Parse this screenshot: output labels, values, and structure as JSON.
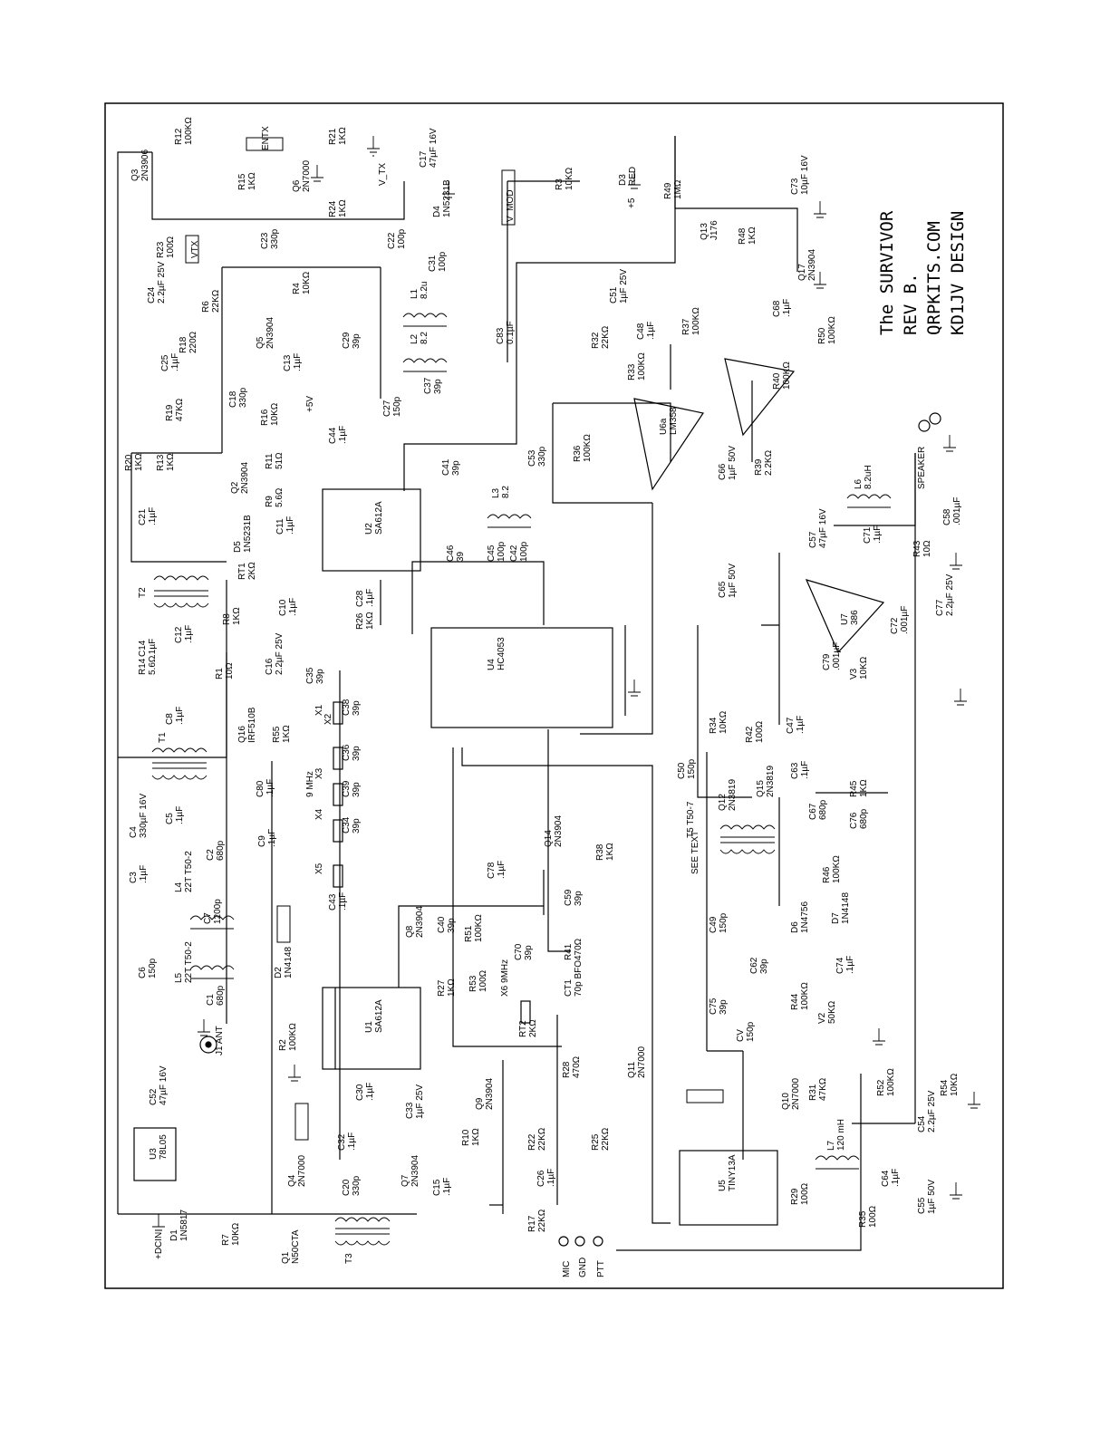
{
  "title": {
    "line1": "The SURVIVOR",
    "line2": "REV B.",
    "line3": "QRPKITS.COM",
    "line4": "KD1JV DESIGN"
  },
  "ics": [
    {
      "ref": "U1",
      "part": "SA612A"
    },
    {
      "ref": "U2",
      "part": "SA612A"
    },
    {
      "ref": "U3",
      "part": "78L05"
    },
    {
      "ref": "U4",
      "part": "HC4053"
    },
    {
      "ref": "U5",
      "part": "TINY13A"
    },
    {
      "ref": "U6a",
      "part": "LM358"
    },
    {
      "ref": "U7",
      "part": "386"
    }
  ],
  "transistors": [
    {
      "ref": "Q1",
      "part": "N50CTA"
    },
    {
      "ref": "Q2",
      "part": "2N3904"
    },
    {
      "ref": "Q3",
      "part": "2N3906"
    },
    {
      "ref": "Q4",
      "part": "2N7000"
    },
    {
      "ref": "Q5",
      "part": "2N3904"
    },
    {
      "ref": "Q6",
      "part": "2N7000"
    },
    {
      "ref": "Q7",
      "part": "2N3904"
    },
    {
      "ref": "Q8",
      "part": "2N3904"
    },
    {
      "ref": "Q9",
      "part": "2N3904"
    },
    {
      "ref": "Q10",
      "part": "2N7000"
    },
    {
      "ref": "Q11",
      "part": "2N7000"
    },
    {
      "ref": "Q12",
      "part": "2N3819"
    },
    {
      "ref": "Q13",
      "part": "J176"
    },
    {
      "ref": "Q14",
      "part": "2N3904"
    },
    {
      "ref": "Q15",
      "part": "2N3819"
    },
    {
      "ref": "Q16",
      "part": "IRF510B"
    },
    {
      "ref": "Q17",
      "part": "2N3904"
    }
  ],
  "diodes": [
    {
      "ref": "D1",
      "part": "1N5817"
    },
    {
      "ref": "D2",
      "part": "1N4148"
    },
    {
      "ref": "D3",
      "part": "RED"
    },
    {
      "ref": "D4",
      "part": "1N5231B"
    },
    {
      "ref": "D5",
      "part": "1N5231B"
    },
    {
      "ref": "D6",
      "part": "1N4756"
    },
    {
      "ref": "D7",
      "part": "1N4148"
    }
  ],
  "resistors": [
    {
      "ref": "R1",
      "value": "10Ω"
    },
    {
      "ref": "R2",
      "value": "100KΩ"
    },
    {
      "ref": "R3",
      "value": "10KΩ"
    },
    {
      "ref": "R4",
      "value": "10KΩ"
    },
    {
      "ref": "R6",
      "value": "22KΩ"
    },
    {
      "ref": "R7",
      "value": "10KΩ"
    },
    {
      "ref": "R8",
      "value": "1KΩ"
    },
    {
      "ref": "R9",
      "value": "5.6Ω"
    },
    {
      "ref": "R10",
      "value": "1KΩ"
    },
    {
      "ref": "R11",
      "value": "51Ω"
    },
    {
      "ref": "R12",
      "value": "100KΩ"
    },
    {
      "ref": "R13",
      "value": "1KΩ"
    },
    {
      "ref": "R14",
      "value": "5.6Ω"
    },
    {
      "ref": "R15",
      "value": "1KΩ"
    },
    {
      "ref": "R16",
      "value": "10KΩ"
    },
    {
      "ref": "R17",
      "value": "22KΩ"
    },
    {
      "ref": "R18",
      "value": "220Ω"
    },
    {
      "ref": "R19",
      "value": "47KΩ"
    },
    {
      "ref": "R20",
      "value": "1KΩ"
    },
    {
      "ref": "R21",
      "value": "1KΩ"
    },
    {
      "ref": "R22",
      "value": "22KΩ"
    },
    {
      "ref": "R23",
      "value": "100Ω"
    },
    {
      "ref": "R24",
      "value": "1KΩ"
    },
    {
      "ref": "R25",
      "value": "22KΩ"
    },
    {
      "ref": "R26",
      "value": "1KΩ"
    },
    {
      "ref": "R27",
      "value": "1KΩ"
    },
    {
      "ref": "R28",
      "value": "470Ω"
    },
    {
      "ref": "R29",
      "value": "100Ω"
    },
    {
      "ref": "R31",
      "value": "47KΩ"
    },
    {
      "ref": "R32",
      "value": "22KΩ"
    },
    {
      "ref": "R33",
      "value": "100KΩ"
    },
    {
      "ref": "R34",
      "value": "10KΩ"
    },
    {
      "ref": "R35",
      "value": "100Ω"
    },
    {
      "ref": "R36",
      "value": "100KΩ"
    },
    {
      "ref": "R37",
      "value": "100KΩ"
    },
    {
      "ref": "R38",
      "value": "1KΩ"
    },
    {
      "ref": "R39",
      "value": "2.2KΩ"
    },
    {
      "ref": "R40",
      "value": "100KΩ"
    },
    {
      "ref": "R41",
      "value": "470Ω"
    },
    {
      "ref": "R42",
      "value": "100Ω"
    },
    {
      "ref": "R43",
      "value": "10Ω"
    },
    {
      "ref": "R44",
      "value": "100KΩ"
    },
    {
      "ref": "R45",
      "value": "1KΩ"
    },
    {
      "ref": "R46",
      "value": "100KΩ"
    },
    {
      "ref": "R48",
      "value": "1KΩ"
    },
    {
      "ref": "R49",
      "value": "1MΩ"
    },
    {
      "ref": "R50",
      "value": "100KΩ"
    },
    {
      "ref": "R51",
      "value": "100KΩ"
    },
    {
      "ref": "R52",
      "value": "100KΩ"
    },
    {
      "ref": "R53",
      "value": "100Ω"
    },
    {
      "ref": "R54",
      "value": "10KΩ"
    },
    {
      "ref": "R55",
      "value": "1KΩ"
    }
  ],
  "capacitors": [
    {
      "ref": "C1",
      "value": "680p"
    },
    {
      "ref": "C2",
      "value": "680p"
    },
    {
      "ref": "C3",
      "value": ".1µF"
    },
    {
      "ref": "C4",
      "value": "330µF 16V"
    },
    {
      "ref": "C5",
      "value": ".1µF"
    },
    {
      "ref": "C6",
      "value": "150p"
    },
    {
      "ref": "C7",
      "value": "1200p"
    },
    {
      "ref": "C8",
      "value": ".1µF"
    },
    {
      "ref": "C9",
      "value": ".1µF"
    },
    {
      "ref": "C10",
      "value": ".1µF"
    },
    {
      "ref": "C11",
      "value": ".1µF"
    },
    {
      "ref": "C12",
      "value": ".1µF"
    },
    {
      "ref": "C13",
      "value": ".1µF"
    },
    {
      "ref": "C14",
      "value": ".1µF"
    },
    {
      "ref": "C15",
      "value": ".1µF"
    },
    {
      "ref": "C16",
      "value": "2.2µF 25V"
    },
    {
      "ref": "C17",
      "value": "47µF 16V"
    },
    {
      "ref": "C18",
      "value": "330p"
    },
    {
      "ref": "C20",
      "value": "330p"
    },
    {
      "ref": "C21",
      "value": ".1µF"
    },
    {
      "ref": "C22",
      "value": "100p"
    },
    {
      "ref": "C23",
      "value": "330p"
    },
    {
      "ref": "C24",
      "value": "2.2µF 25V"
    },
    {
      "ref": "C25",
      "value": ".1µF"
    },
    {
      "ref": "C26",
      "value": ".1µF"
    },
    {
      "ref": "C27",
      "value": "150p"
    },
    {
      "ref": "C28",
      "value": ".1µF"
    },
    {
      "ref": "C29",
      "value": "39p"
    },
    {
      "ref": "C30",
      "value": ".1µF"
    },
    {
      "ref": "C31",
      "value": "100p"
    },
    {
      "ref": "C32",
      "value": ".1µF"
    },
    {
      "ref": "C33",
      "value": "1µF 25V"
    },
    {
      "ref": "C34",
      "value": "39p"
    },
    {
      "ref": "C35",
      "value": "39p"
    },
    {
      "ref": "C36",
      "value": "39p"
    },
    {
      "ref": "C37",
      "value": "39p"
    },
    {
      "ref": "C38",
      "value": "39p"
    },
    {
      "ref": "C39",
      "value": "39p"
    },
    {
      "ref": "C40",
      "value": "39p"
    },
    {
      "ref": "C41",
      "value": "39p"
    },
    {
      "ref": "C42",
      "value": "100p"
    },
    {
      "ref": "C43",
      "value": ".1µF"
    },
    {
      "ref": "C44",
      "value": ".1µF"
    },
    {
      "ref": "C45",
      "value": "100p"
    },
    {
      "ref": "C46",
      "value": "39"
    },
    {
      "ref": "C47",
      "value": ".1µF"
    },
    {
      "ref": "C48",
      "value": ".1µF"
    },
    {
      "ref": "C49",
      "value": "150p"
    },
    {
      "ref": "C50",
      "value": "150p"
    },
    {
      "ref": "C51",
      "value": "1µF 25V"
    },
    {
      "ref": "C52",
      "value": "47µF 16V"
    },
    {
      "ref": "C53",
      "value": "330p"
    },
    {
      "ref": "C54",
      "value": "2.2µF 25V"
    },
    {
      "ref": "C55",
      "value": "1µF 50V"
    },
    {
      "ref": "C57",
      "value": "47µF 16V"
    },
    {
      "ref": "C58",
      "value": ".001µF"
    },
    {
      "ref": "C59",
      "value": "39p"
    },
    {
      "ref": "C62",
      "value": "39p"
    },
    {
      "ref": "C63",
      "value": ".1µF"
    },
    {
      "ref": "C64",
      "value": ".1µF"
    },
    {
      "ref": "C65",
      "value": "1µF 50V"
    },
    {
      "ref": "C66",
      "value": "1µF 50V"
    },
    {
      "ref": "C67",
      "value": "680p"
    },
    {
      "ref": "C68",
      "value": ".1µF"
    },
    {
      "ref": "C70",
      "value": "39p"
    },
    {
      "ref": "C71",
      "value": ".1µF"
    },
    {
      "ref": "C72",
      "value": ".001µF"
    },
    {
      "ref": "C73",
      "value": "10µF 16V"
    },
    {
      "ref": "C74",
      "value": ".1µF"
    },
    {
      "ref": "C75",
      "value": "39p"
    },
    {
      "ref": "C76",
      "value": "680p"
    },
    {
      "ref": "C77",
      "value": "2.2µF 25V"
    },
    {
      "ref": "C78",
      "value": ".1µF"
    },
    {
      "ref": "C79",
      "value": ".001µF"
    },
    {
      "ref": "C80",
      "value": ".1µF"
    },
    {
      "ref": "C83",
      "value": "0.1µF"
    }
  ],
  "inductors": [
    {
      "ref": "L1",
      "value": "8.2u"
    },
    {
      "ref": "L2",
      "value": "8.2"
    },
    {
      "ref": "L3",
      "value": "8.2"
    },
    {
      "ref": "L4",
      "value": "22T T50-2"
    },
    {
      "ref": "L5",
      "value": "22T T50-2"
    },
    {
      "ref": "L6",
      "value": "8.2uH"
    },
    {
      "ref": "L7",
      "value": "120 mH"
    }
  ],
  "transformers": [
    "T1",
    "T2",
    "T3",
    "T5 T50-7"
  ],
  "crystals": [
    "X1",
    "X2",
    "X3",
    "X4",
    "X5",
    "X6 9MHz"
  ],
  "trimmers": [
    {
      "ref": "RT1",
      "value": "2KΩ"
    },
    {
      "ref": "RT2",
      "value": "2KΩ"
    },
    {
      "ref": "V2",
      "value": "50KΩ"
    },
    {
      "ref": "V3",
      "value": "10KΩ"
    },
    {
      "ref": "CT1",
      "value": "70p BFO"
    },
    {
      "ref": "CV",
      "value": "150p"
    }
  ],
  "nets": [
    "+DCIN",
    "V_TX",
    "VTX",
    "ENTX",
    "V_MOD",
    "+5V",
    "+5",
    "9 MHz",
    "SEE TEXT"
  ],
  "connectors": [
    "J1 ANT",
    "MIC",
    "GND",
    "PTT",
    "SPEAKER"
  ]
}
